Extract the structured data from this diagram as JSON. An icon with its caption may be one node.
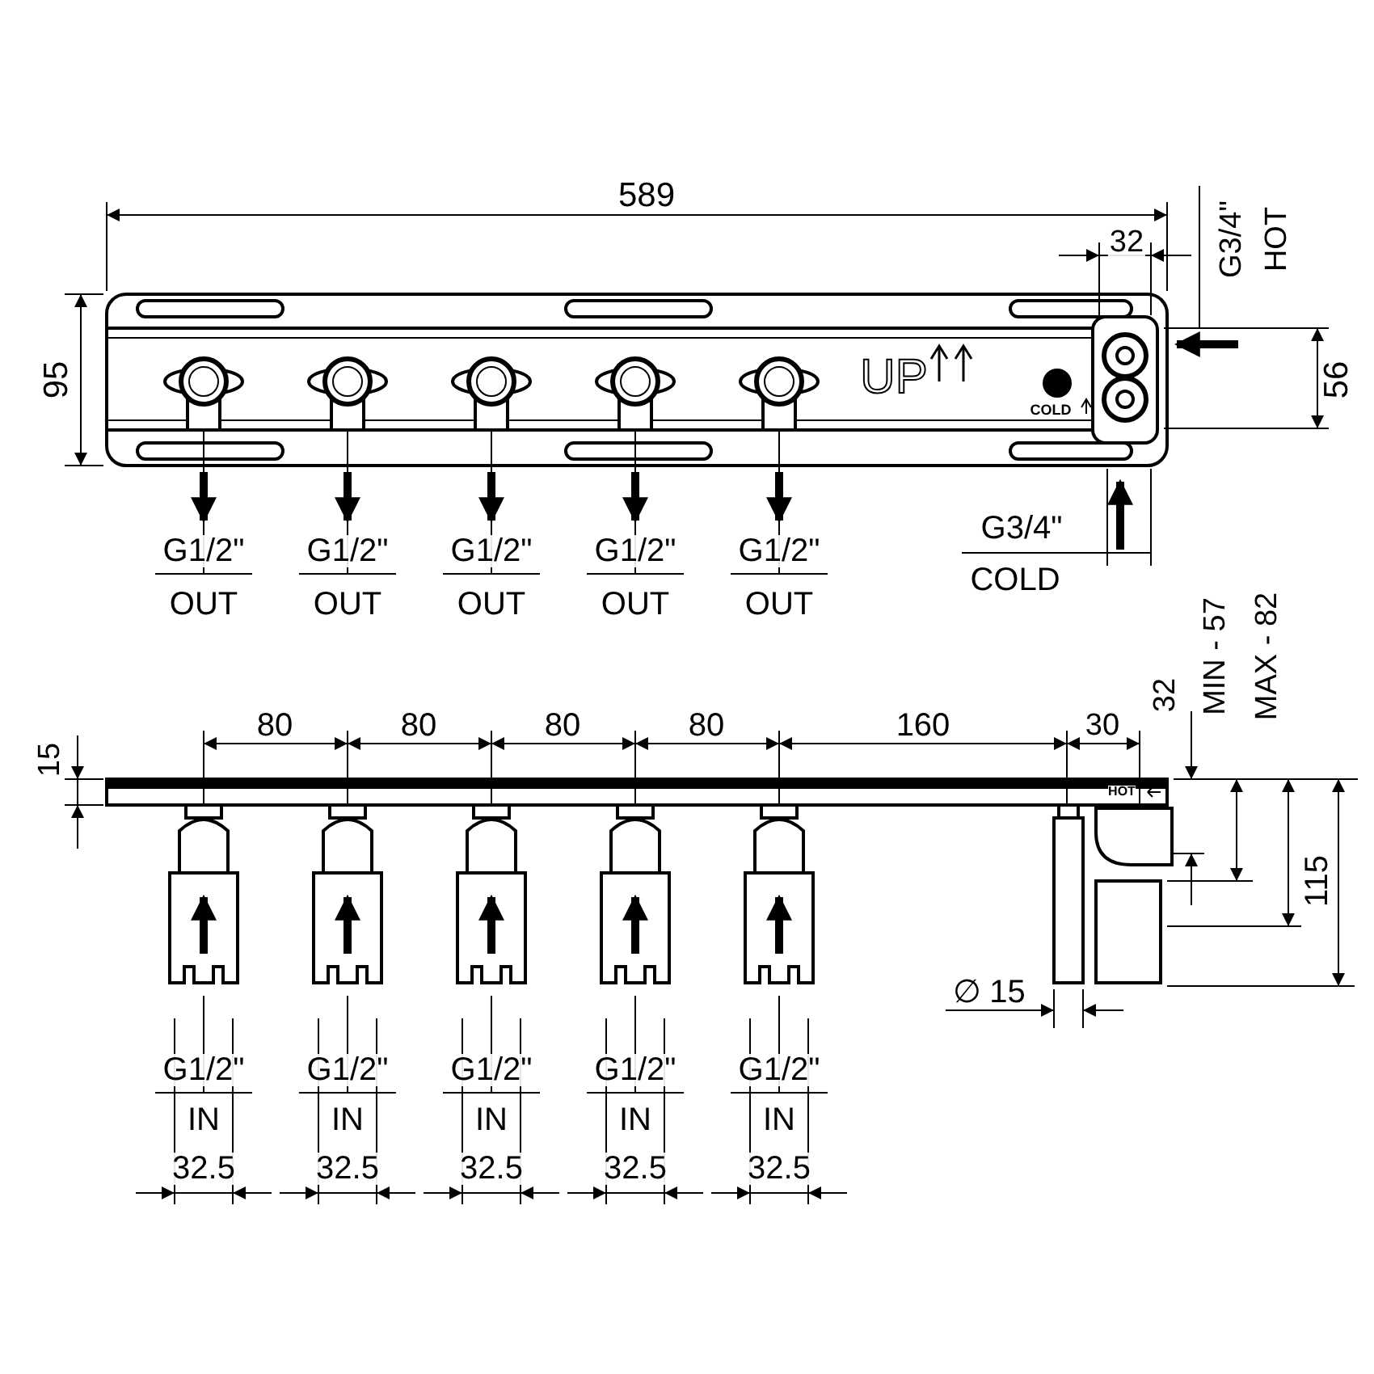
{
  "diagram": {
    "labels": [
      "589",
      "32",
      "G3/4\"",
      "HOT",
      "95",
      "UP",
      "56",
      "COLD",
      "G1/2\"",
      "G1/2\"",
      "G1/2\"",
      "G1/2\"",
      "G1/2\"",
      "OUT",
      "OUT",
      "OUT",
      "OUT",
      "OUT",
      "G3/4\"",
      "COLD",
      "15",
      "80",
      "80",
      "80",
      "80",
      "160",
      "30",
      "32",
      "MIN - 57",
      "MAX - 82",
      "HOT",
      "115",
      "∅ 15",
      "G1/2\"",
      "G1/2\"",
      "G1/2\"",
      "G1/2\"",
      "G1/2\"",
      "IN",
      "IN",
      "IN",
      "IN",
      "IN",
      "32.5",
      "32.5",
      "32.5",
      "32.5",
      "32.5"
    ]
  }
}
